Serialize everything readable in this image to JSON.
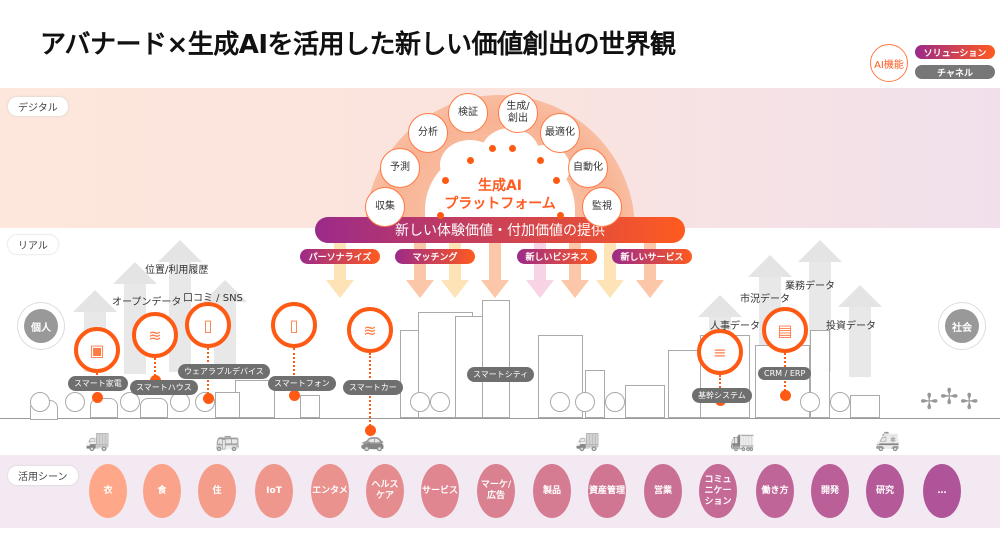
{
  "title": "アバナード×生成AIを活用した新しい価値創出の世界観",
  "legend": {
    "ai": "AI機能",
    "solution": "ソリューション",
    "channel": "チャネル"
  },
  "zones": {
    "digital": "デジタル",
    "real": "リアル",
    "scenes": "活用シーン"
  },
  "platform": {
    "line1": "生成AI",
    "line2": "プラットフォーム"
  },
  "ai_functions": [
    "収集",
    "予測",
    "分析",
    "検証",
    "生成/\n創出",
    "最適化",
    "自動化",
    "監視"
  ],
  "banner": "新しい体験価値・付加価値の提供",
  "solutions": [
    "パーソナライズ",
    "マッチング",
    "新しいビジネス",
    "新しいサービス"
  ],
  "data_labels": [
    "位置/利用履歴",
    "オープンデータ",
    "口コミ / SNS",
    "人事データ",
    "市況データ",
    "業務データ",
    "投資データ"
  ],
  "actors": {
    "individual": "個人",
    "society": "社会"
  },
  "channels": [
    "スマート家電",
    "スマートハウス",
    "ウェアラブルデバイス",
    "スマートフォン",
    "スマートカー",
    "スマートシティ",
    "基幹システム",
    "CRM / ERP"
  ],
  "scenes": [
    "衣",
    "食",
    "住",
    "IoT",
    "エンタメ",
    "ヘルス\nケア",
    "サービス",
    "マーケ/\n広告",
    "製品",
    "資産管理",
    "営業",
    "コミュ\nニケー\nション",
    "働き方",
    "開発",
    "研究",
    "…"
  ],
  "colors": {
    "accent": "#ff5a14",
    "purple": "#9b2a8a",
    "scene_start": "#ffa889",
    "scene_end": "#b0549a"
  }
}
